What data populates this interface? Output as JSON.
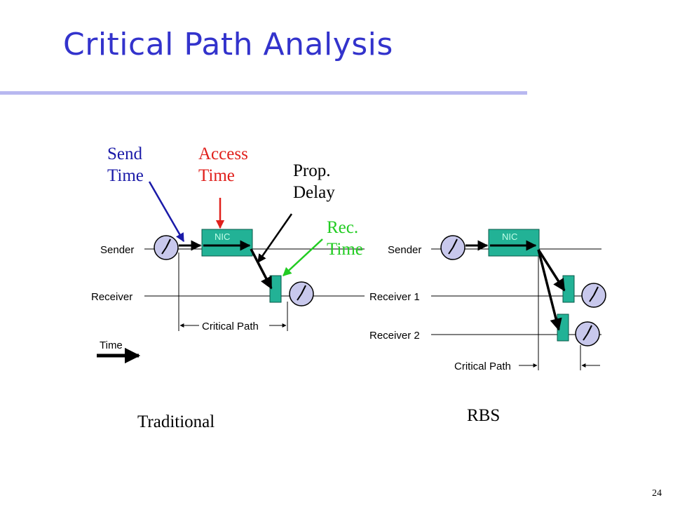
{
  "slide": {
    "title": "Critical Path Analysis",
    "page_number": "24"
  },
  "traditional": {
    "caption": "Traditional",
    "sender_label": "Sender",
    "receiver_label": "Receiver",
    "nic_label": "NIC",
    "critical_path_label": "Critical Path",
    "time_label": "Time"
  },
  "rbs": {
    "caption": "RBS",
    "sender_label": "Sender",
    "receiver1_label": "Receiver 1",
    "receiver2_label": "Receiver 2",
    "nic_label": "NIC",
    "critical_path_label": "Critical Path"
  },
  "callouts": {
    "send_time": [
      "Send",
      "Time"
    ],
    "access_time": [
      "Access",
      "Time"
    ],
    "prop_delay": [
      "Prop.",
      "Delay"
    ],
    "rec_time": [
      "Rec.",
      "Time"
    ]
  },
  "colors": {
    "title": "#3333cc",
    "send_time": "#1a1aa8",
    "access_time": "#e0201c",
    "rec_time": "#22cc22",
    "nic_fill": "#22b296",
    "clock_fill": "#c8c8ec"
  }
}
